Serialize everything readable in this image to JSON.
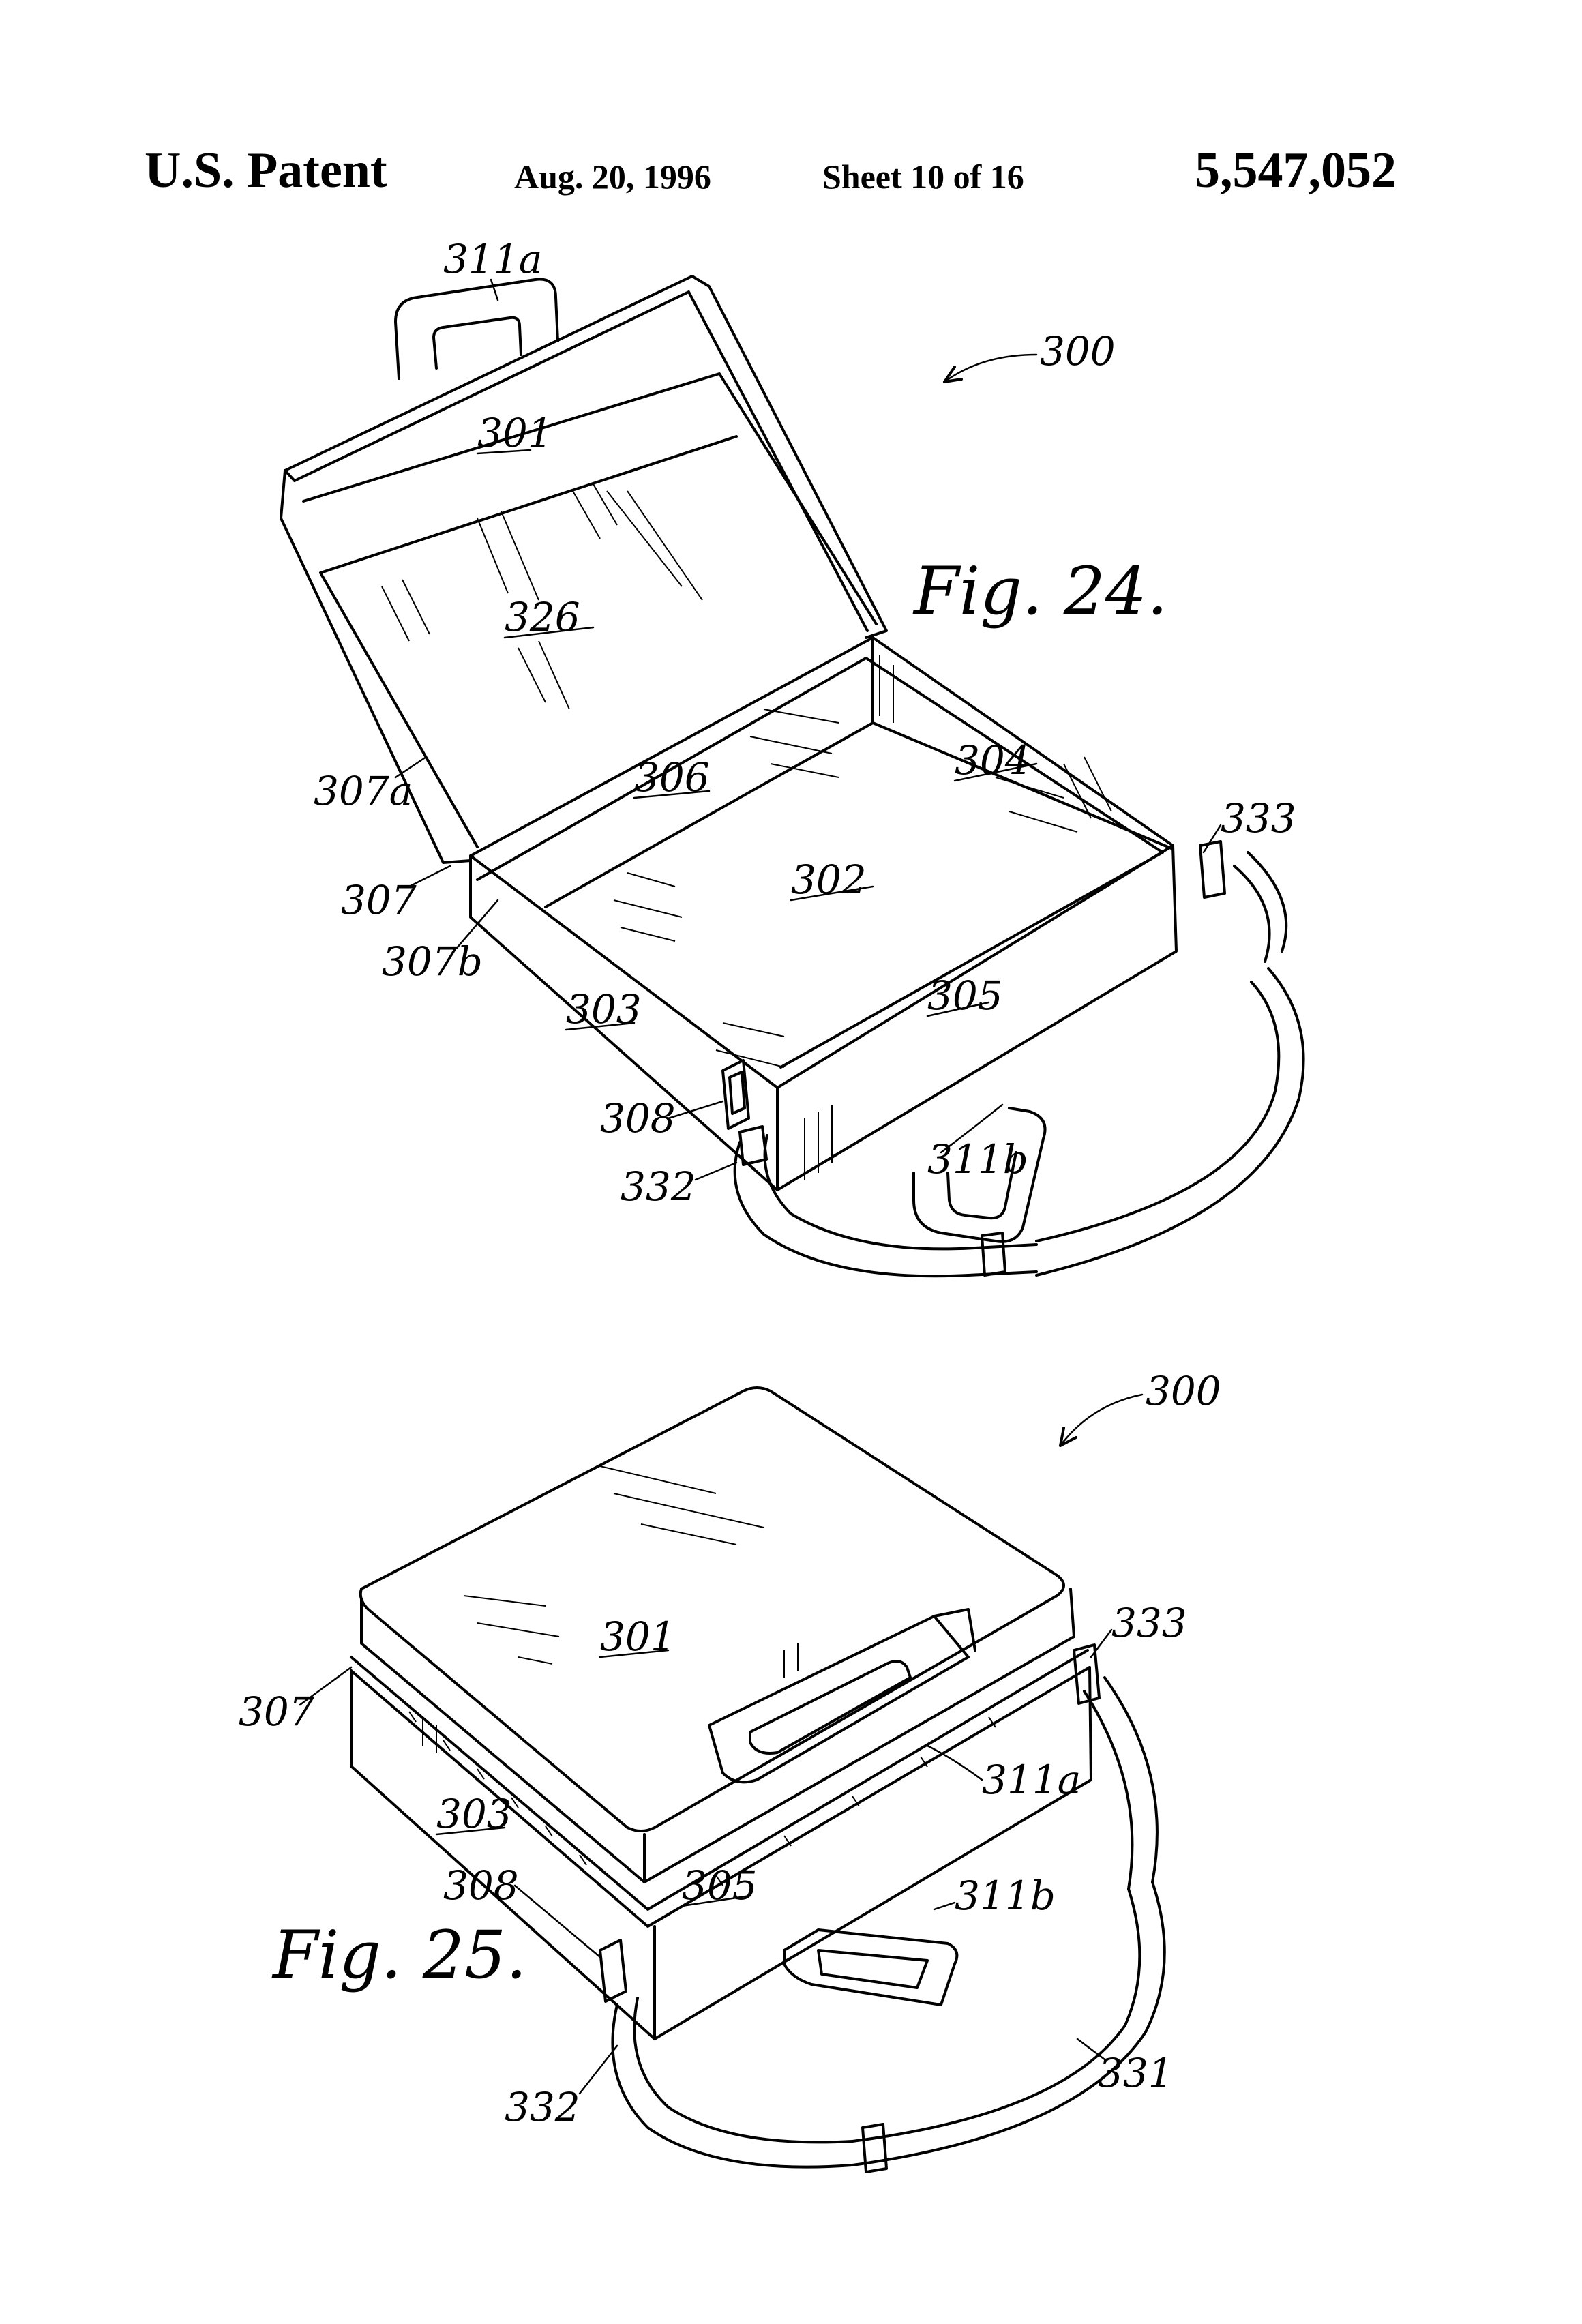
{
  "header": {
    "left": "U.S. Patent",
    "date": "Aug. 20, 1996",
    "sheet": "Sheet 10 of 16",
    "number": "5,547,052"
  },
  "figures": [
    {
      "caption": "Fig. 24.",
      "assembly_label": "300",
      "reference_labels": [
        "311a",
        "301",
        "326",
        "306",
        "304",
        "302",
        "307a",
        "307",
        "307b",
        "303",
        "305",
        "308",
        "311b",
        "332",
        "333"
      ]
    },
    {
      "caption": "Fig. 25.",
      "assembly_label": "300",
      "reference_labels": [
        "301",
        "307",
        "303",
        "308",
        "305",
        "311a",
        "311b",
        "333",
        "332",
        "331"
      ]
    }
  ]
}
